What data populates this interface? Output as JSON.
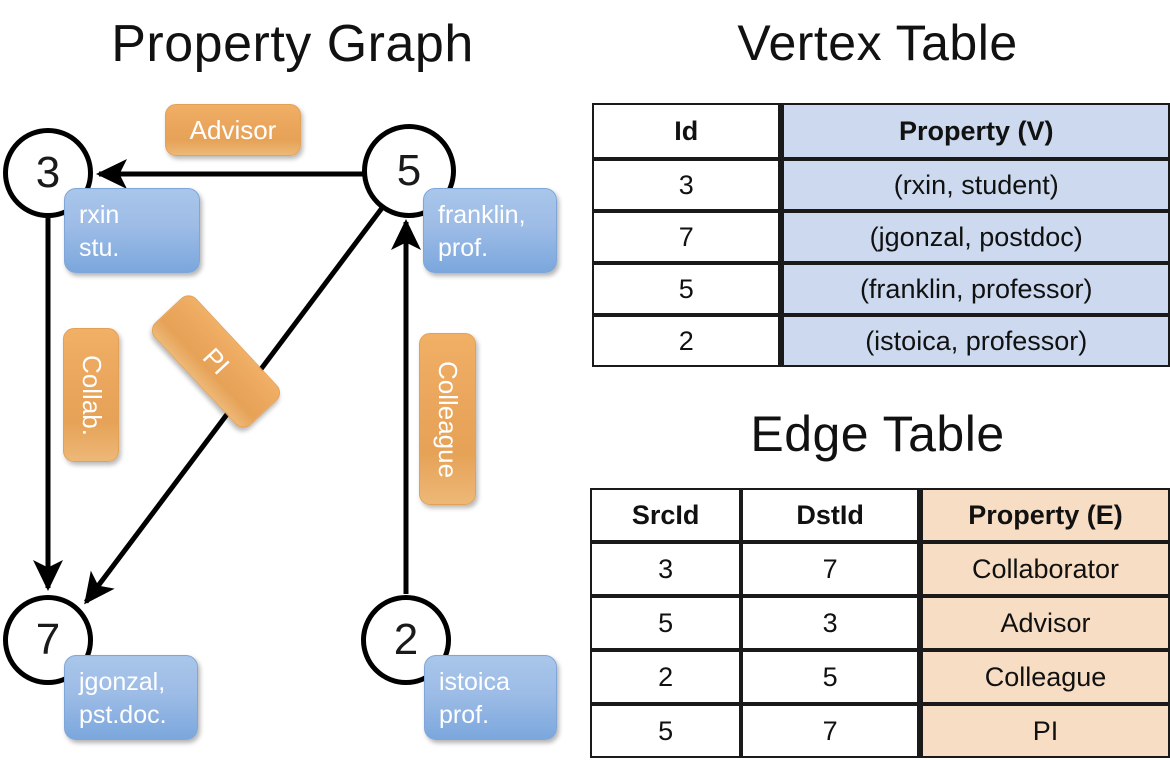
{
  "titles": {
    "property_graph": "Property Graph",
    "vertex_table": "Vertex Table",
    "edge_table": "Edge Table"
  },
  "colors": {
    "vertex_property_fill": "#ccd9ee",
    "edge_property_fill": "#f7ddc3",
    "node_callout_blue": "#9dbce6",
    "edge_label_orange": "#eaa65c",
    "stroke": "#000000"
  },
  "graph": {
    "nodes": [
      {
        "id": "3",
        "property_line1": "rxin",
        "property_line2": "stu."
      },
      {
        "id": "5",
        "property_line1": "franklin,",
        "property_line2": "prof."
      },
      {
        "id": "7",
        "property_line1": "jgonzal,",
        "property_line2": "pst.doc."
      },
      {
        "id": "2",
        "property_line1": "istoica",
        "property_line2": "prof."
      }
    ],
    "edge_labels": [
      {
        "name": "advisor",
        "text": "Advisor",
        "orientation": "horizontal"
      },
      {
        "name": "collab",
        "text": "Collab.",
        "orientation": "vertical"
      },
      {
        "name": "pi",
        "text": "PI",
        "orientation": "rotated"
      },
      {
        "name": "colleague",
        "text": "Colleague",
        "orientation": "vertical"
      }
    ],
    "edges": [
      {
        "from": "5",
        "to": "3",
        "label": "Advisor"
      },
      {
        "from": "3",
        "to": "7",
        "label": "Collab."
      },
      {
        "from": "5",
        "to": "7",
        "label": "PI"
      },
      {
        "from": "2",
        "to": "5",
        "label": "Colleague"
      }
    ]
  },
  "vertex_table": {
    "headers": [
      "Id",
      "Property (V)"
    ],
    "rows": [
      {
        "id": "3",
        "property": "(rxin, student)"
      },
      {
        "id": "7",
        "property": "(jgonzal, postdoc)"
      },
      {
        "id": "5",
        "property": "(franklin, professor)"
      },
      {
        "id": "2",
        "property": "(istoica, professor)"
      }
    ]
  },
  "edge_table": {
    "headers": [
      "SrcId",
      "DstId",
      "Property (E)"
    ],
    "rows": [
      {
        "src": "3",
        "dst": "7",
        "property": "Collaborator"
      },
      {
        "src": "5",
        "dst": "3",
        "property": "Advisor"
      },
      {
        "src": "2",
        "dst": "5",
        "property": "Colleague"
      },
      {
        "src": "5",
        "dst": "7",
        "property": "PI"
      }
    ]
  }
}
